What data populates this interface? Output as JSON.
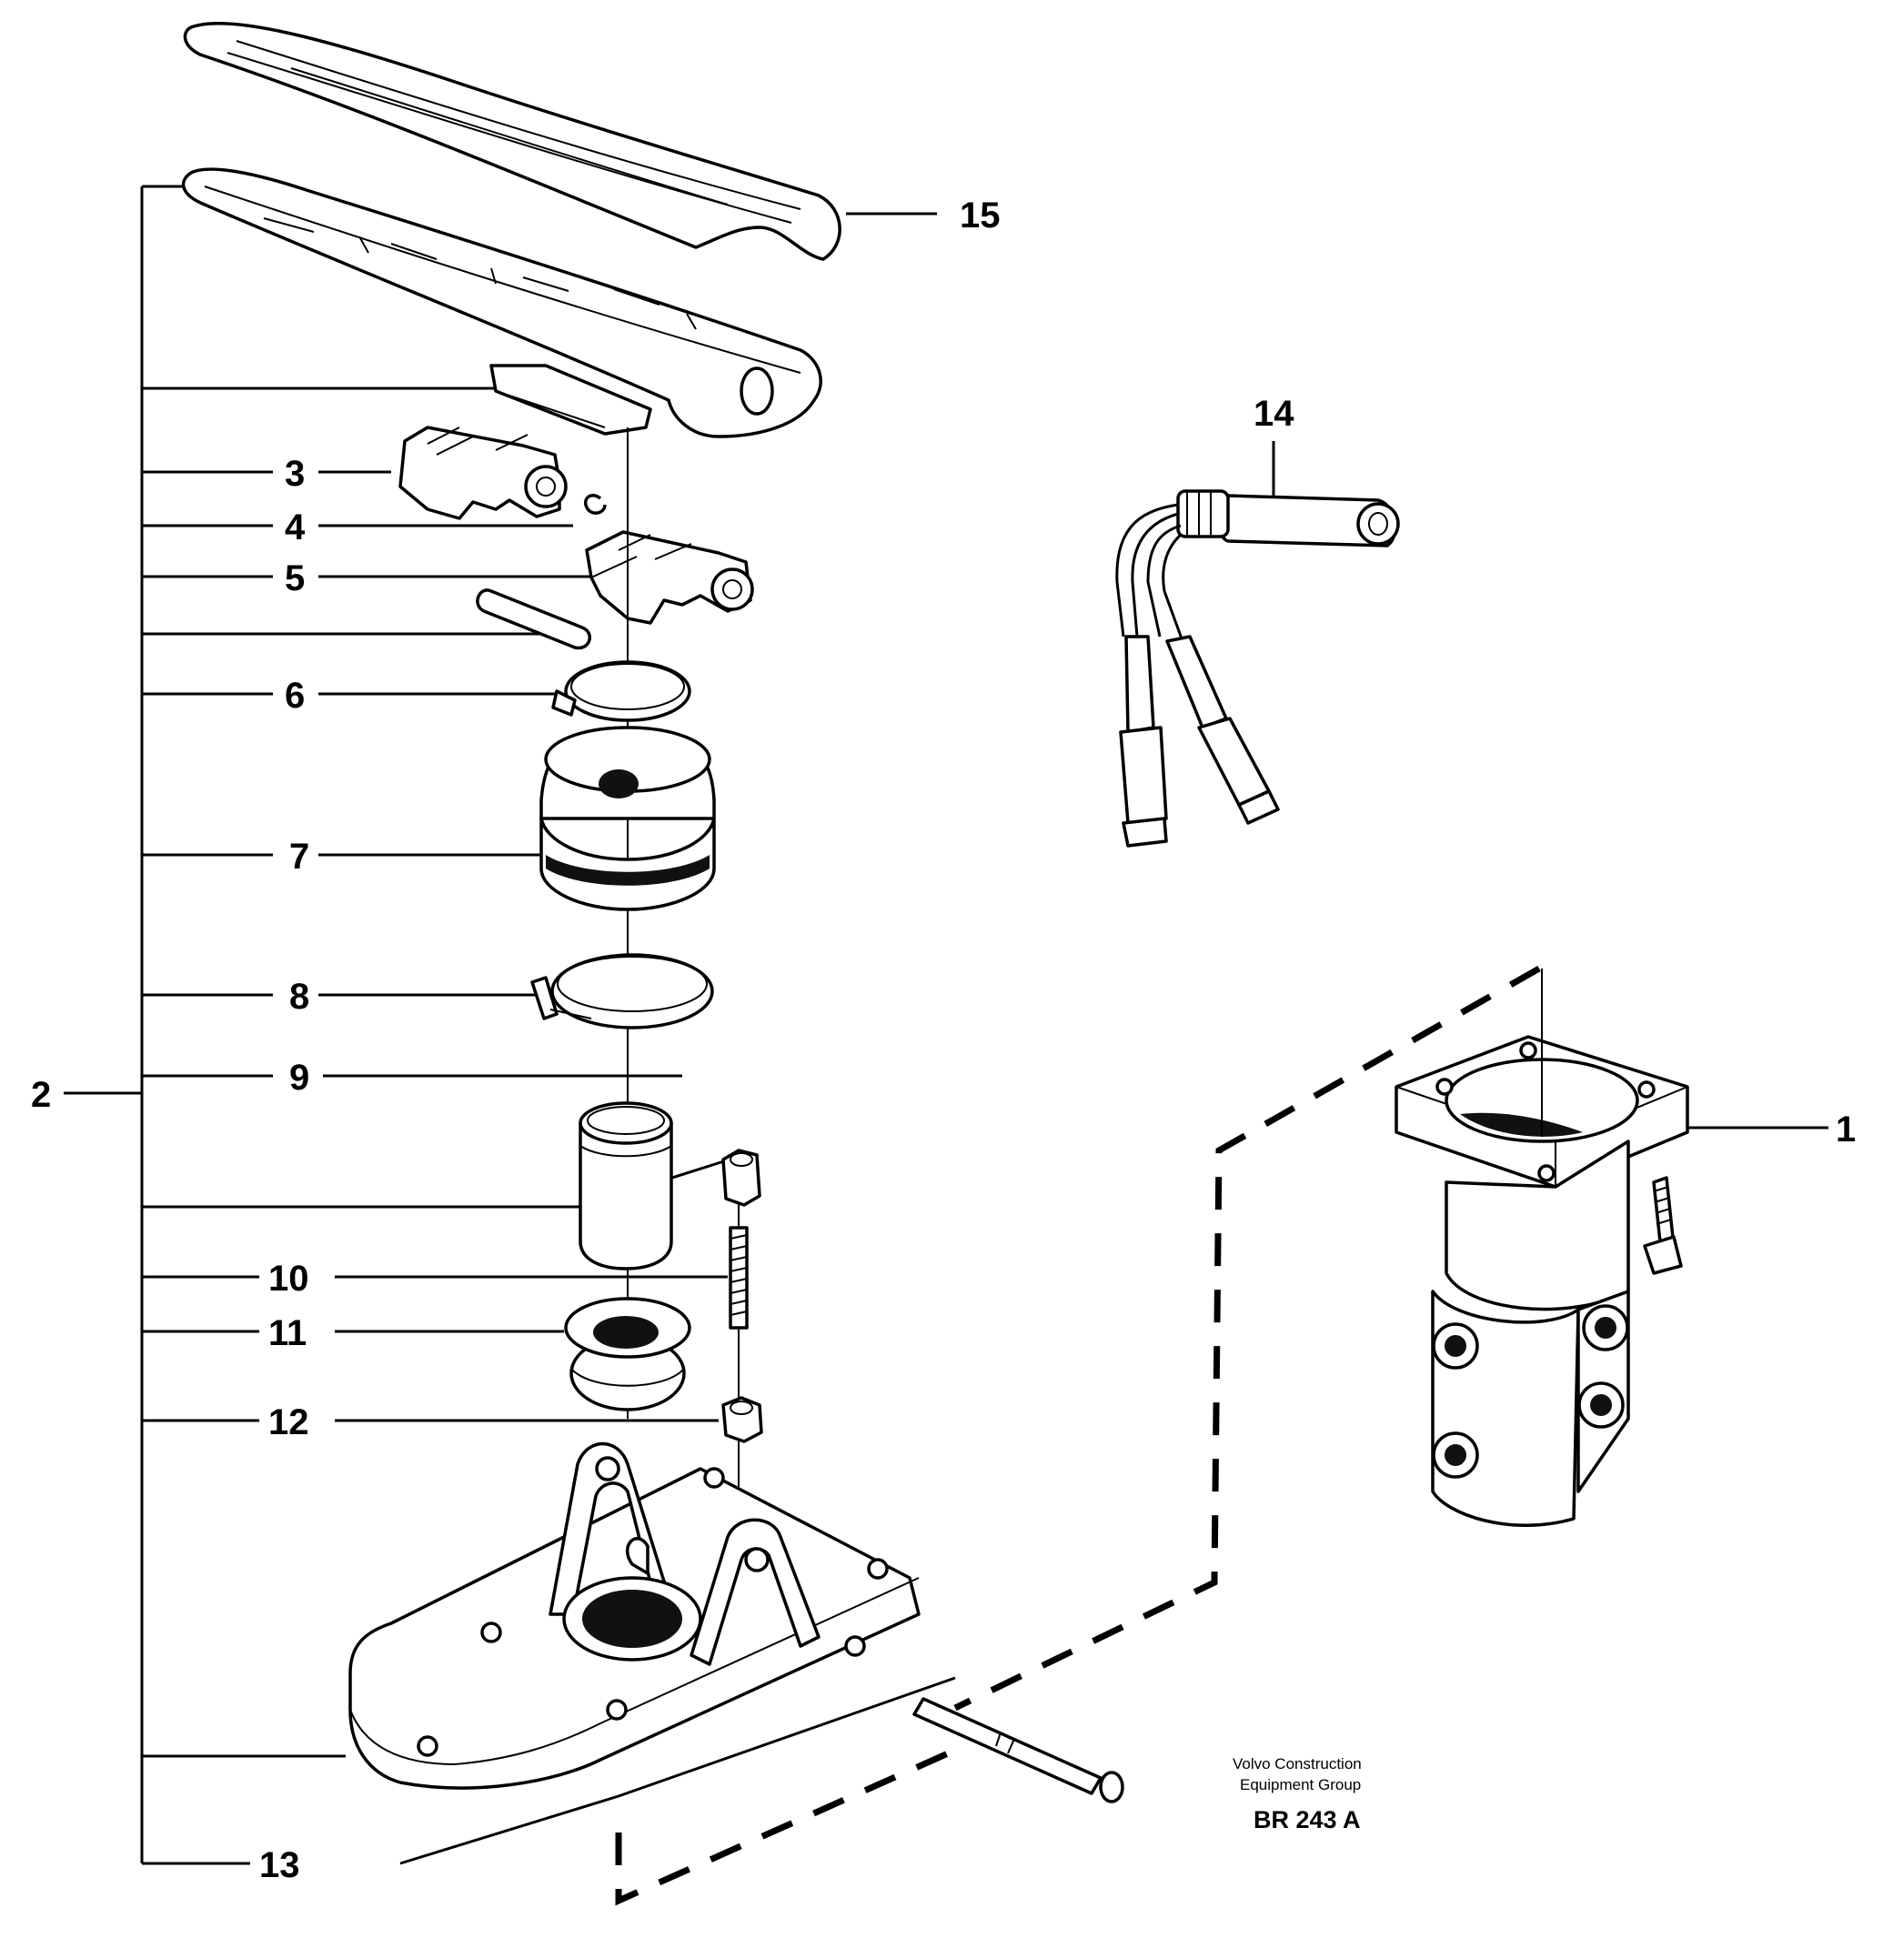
{
  "diagram": {
    "callouts": [
      "1",
      "2",
      "3",
      "4",
      "5",
      "6",
      "7",
      "8",
      "9",
      "10",
      "11",
      "12",
      "13",
      "14",
      "15"
    ],
    "credit": {
      "line1": "Volvo Construction",
      "line2": "Equipment Group",
      "code": "BR 243 A"
    }
  }
}
